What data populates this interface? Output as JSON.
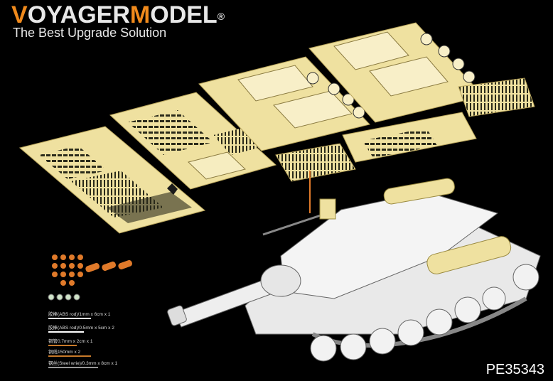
{
  "brand": {
    "name_part1": "V",
    "name_part2": "OYAGER",
    "name_part3": "M",
    "name_part4": "ODEL",
    "registered": "®",
    "tagline": "The Best Upgrade Solution",
    "accent_color": "#f08a1c"
  },
  "product_code": "PE35343",
  "legend": [
    {
      "text": "胶棒(ABS rod)/1mm x 6cm x 1",
      "color": "#ffffff"
    },
    {
      "text": "胶棒(ABS rod)/0.5mm x 5cm x 2",
      "color": "#ffffff"
    },
    {
      "text": "铜管0.7mm x 2cm x 1",
      "color": "#c87a2a"
    },
    {
      "text": "铜线150mm x 2",
      "color": "#c87a2a"
    },
    {
      "text": "钢丝(Steel wrie)/0.3mm x 8cm x 1",
      "color": "#9a9a9a"
    }
  ],
  "colors": {
    "brass": "#efe1a0",
    "brass_dark": "#b9a55c",
    "tank": "#eeeeee",
    "copper": "#e07a2a"
  }
}
